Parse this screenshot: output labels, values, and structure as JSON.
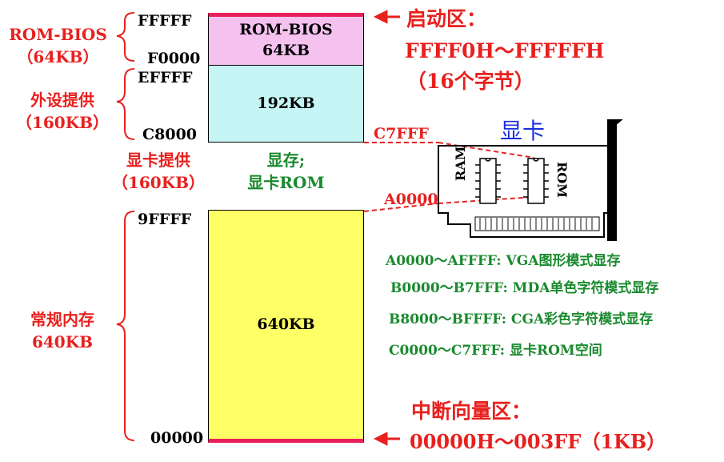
{
  "memory": {
    "segments": [
      {
        "id": "rom_bios",
        "line1": "ROM-BIOS",
        "line2": "64KB",
        "color": "#f5c2f0"
      },
      {
        "id": "peripheral",
        "line1": "192KB",
        "line2": "",
        "color": "#c5f5f5"
      },
      {
        "id": "video",
        "line1": "显存;",
        "line2": "显卡ROM",
        "color": "#ffffff"
      },
      {
        "id": "conventional",
        "line1": "640KB",
        "line2": "",
        "color": "#ffff66"
      }
    ],
    "addresses": [
      "FFFFF",
      "F0000",
      "EFFFF",
      "C8000",
      "9FFFF",
      "00000"
    ],
    "strip_color": "#e8205a"
  },
  "left_labels": {
    "rom_bios": {
      "line1": "ROM-BIOS",
      "line2": "（64KB）"
    },
    "peripheral": {
      "line1": "外设提供",
      "line2": "（160KB）"
    },
    "video": {
      "line1": "显卡提供",
      "line2": "（160KB）"
    },
    "conventional": {
      "line1": "常规内存",
      "line2": "640KB"
    }
  },
  "boot_area": {
    "title": "启动区：",
    "range": "FFFF0H～FFFFFH",
    "size": "（16个字节）"
  },
  "vector_area": {
    "title": "中断向量区：",
    "range": "00000H～003FF（1KB）"
  },
  "video_card": {
    "title": "显卡",
    "chip_left": "RAM",
    "chip_right": "ROM",
    "addr_top": "C7FFF",
    "addr_bottom": "A0000"
  },
  "video_map": [
    "A0000～AFFFF: VGA图形模式显存",
    "B0000～B7FFF: MDA单色字符模式显存",
    "B8000～BFFFF: CGA彩色字符模式显存",
    "C0000～C7FFF: 显卡ROM空间"
  ],
  "colors": {
    "red": "#e8201e",
    "green": "#1a8a2e",
    "blue": "#1a2ee0"
  }
}
